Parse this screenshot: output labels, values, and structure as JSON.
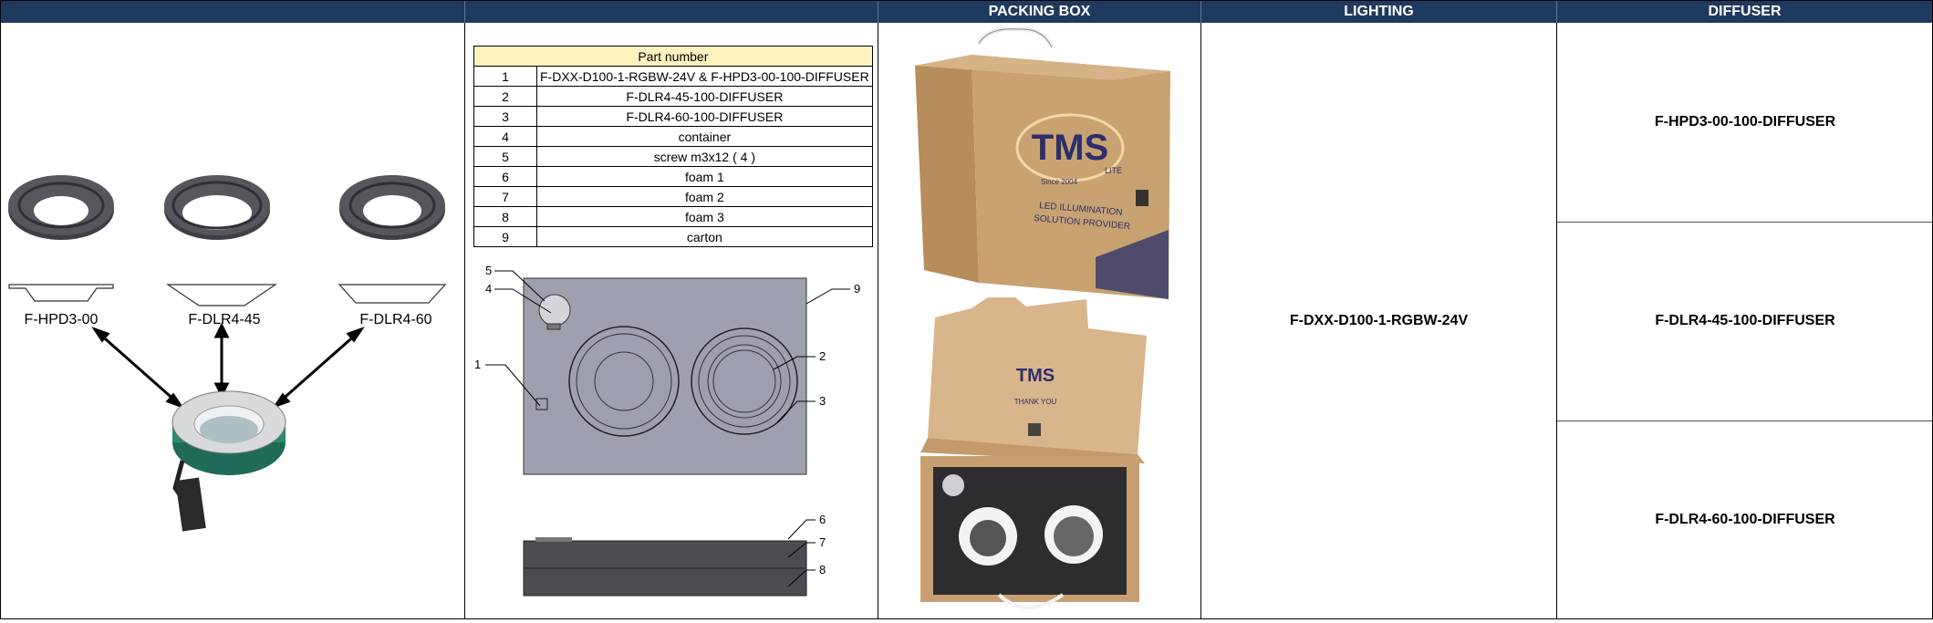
{
  "headers": {
    "col1": "",
    "col2": "",
    "packing_box": "PACKING BOX",
    "lighting": "LIGHTING",
    "diffuser": "DIFFUSER"
  },
  "assembly": {
    "labels": [
      "F-HPD3-00",
      "F-DLR4-45",
      "F-DLR4-60"
    ]
  },
  "parts_table": {
    "header": "Part number",
    "rows": [
      {
        "no": "1",
        "part": "F-DXX-D100-1-RGBW-24V & F-HPD3-00-100-DIFFUSER"
      },
      {
        "no": "2",
        "part": "F-DLR4-45-100-DIFFUSER"
      },
      {
        "no": "3",
        "part": "F-DLR4-60-100-DIFFUSER"
      },
      {
        "no": "4",
        "part": "container"
      },
      {
        "no": "5",
        "part": "screw m3x12 ( 4 )"
      },
      {
        "no": "6",
        "part": "foam 1"
      },
      {
        "no": "7",
        "part": "foam 2"
      },
      {
        "no": "8",
        "part": "foam 3"
      },
      {
        "no": "9",
        "part": "carton"
      }
    ]
  },
  "layout_callouts": [
    "5",
    "4",
    "9",
    "1",
    "2",
    "3",
    "6",
    "7",
    "8"
  ],
  "packing_box": {
    "brand": "TMS",
    "brand_sub": "LITE",
    "since": "Since 2004",
    "tagline_1": "LED ILLUMINATION",
    "tagline_2": "SOLUTION PROVIDER",
    "thank_you": "THANK YOU"
  },
  "lighting": {
    "product": "F-DXX-D100-1-RGBW-24V"
  },
  "diffuser": {
    "items": [
      "F-HPD3-00-100-DIFFUSER",
      "F-DLR4-45-100-DIFFUSER",
      "F-DLR4-60-100-DIFFUSER"
    ]
  },
  "colors": {
    "header_bg": "#1f3a5f",
    "table_header_bg": "#fff2bf",
    "carton": "#c9a271",
    "foam": "#9ea0ad"
  }
}
